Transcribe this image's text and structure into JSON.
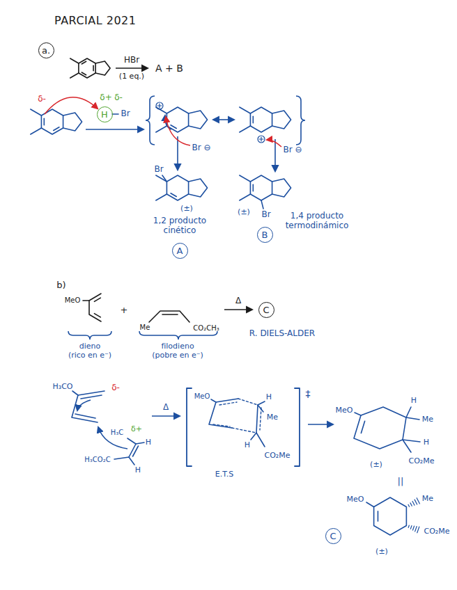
{
  "diagram": {
    "title": "PARCIAL 2021",
    "nodes": [
      {
        "text": [
          "a."
        ]
      },
      {
        "text": [
          "H"
        ]
      },
      {
        "text": [
          "A"
        ]
      },
      {
        "text": [
          "B"
        ]
      },
      {
        "text": [
          "C"
        ]
      },
      {
        "text": [
          "C"
        ]
      }
    ],
    "labels": [
      "HBr",
      "(1 eq.)",
      "A + B",
      "δ-",
      "δ+",
      "δ-",
      "Br",
      "Br ⊖",
      "Br ⊖",
      "Br",
      "(±)",
      "1,2 producto cinético",
      "(±)",
      "Br",
      "1,4 producto termodinámico",
      "b)",
      "+",
      "MeO",
      "Me",
      "CO₂CH₃",
      "Δ",
      "dieno (rico en e⁻)",
      "filodieno (pobre en e⁻)",
      "R. DIELS-ALDER",
      "H₃CO",
      "δ-",
      "H₃C",
      "δ+",
      "H",
      "H₃CO₂C",
      "H",
      "Δ",
      "MeO",
      "H",
      "Me",
      "H",
      "CO₂Me",
      "‡",
      "E.T.S",
      "MeO",
      "H",
      "Me",
      "H",
      "(±)",
      "CO₂Me",
      "||",
      "MeO",
      "Me",
      "CO₂Me",
      "(±)"
    ]
  }
}
